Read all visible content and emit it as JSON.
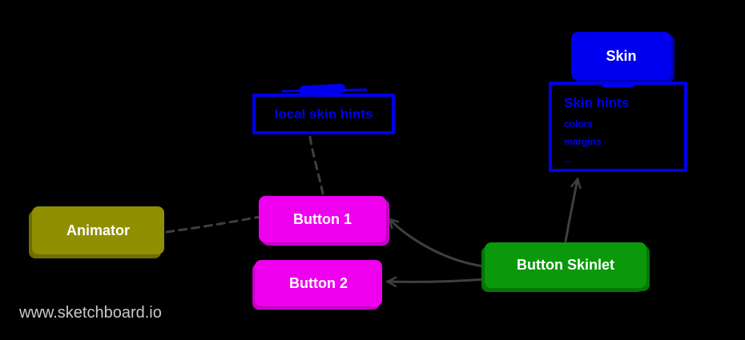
{
  "colors": {
    "background": "#000000",
    "blue": "#0000ee",
    "magenta": "#ee00ee",
    "green": "#0a990a",
    "olive": "#8f8f00",
    "edge": "#3f3f3f",
    "watermark_text": "#c9c9c9"
  },
  "watermark": "www.sketchboard.io",
  "nodes": {
    "skin": {
      "label": "Skin"
    },
    "skin_hints": {
      "title": "Skin hints",
      "items": [
        "colors",
        "margins",
        "..."
      ]
    },
    "local_skin_hints": {
      "label": "local skin hints"
    },
    "animator": {
      "label": "Animator"
    },
    "button1": {
      "label": "Button 1"
    },
    "button2": {
      "label": "Button 2"
    },
    "button_skinlet": {
      "label": "Button Skinlet"
    }
  },
  "edges": [
    {
      "from": "local_skin_hints",
      "to": "button1",
      "style": "dashed",
      "arrow": false
    },
    {
      "from": "animator",
      "to": "button1",
      "style": "dashed",
      "arrow": false
    },
    {
      "from": "button_skinlet",
      "to": "button1",
      "style": "solid",
      "arrow": true
    },
    {
      "from": "button_skinlet",
      "to": "button2",
      "style": "solid",
      "arrow": true
    },
    {
      "from": "button_skinlet",
      "to": "skin_hints",
      "style": "solid",
      "arrow": true
    }
  ]
}
